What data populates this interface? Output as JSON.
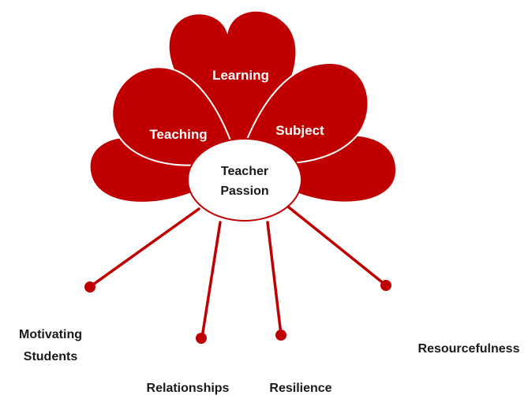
{
  "petals": {
    "learning": "Learning",
    "teaching": "Teaching",
    "subject": "Subject"
  },
  "center": {
    "line1": "Teacher",
    "line2": "Passion"
  },
  "outcomes": {
    "motivating_line1": "Motivating",
    "motivating_line2": "Students",
    "relationships": "Relationships",
    "resilience": "Resilience",
    "resourcefulness": "Resourcefulness"
  },
  "colors": {
    "accent": "#c00000",
    "background": "#ffffff",
    "text": "#1a1a1a"
  }
}
